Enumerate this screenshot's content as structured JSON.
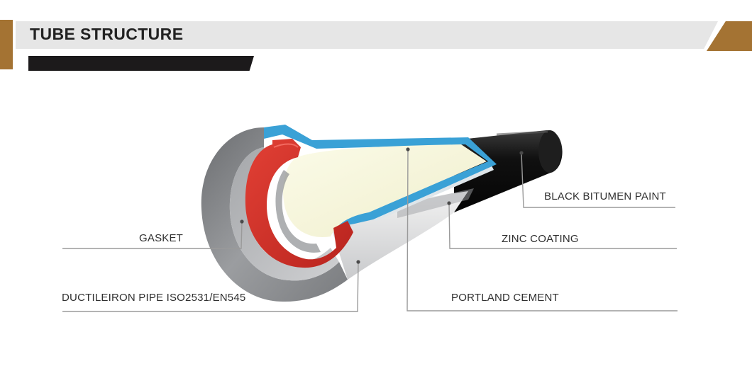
{
  "header": {
    "title": "TUBE STRUCTURE"
  },
  "colors": {
    "accent_gold": "#a47333",
    "title_band": "#e6e6e6",
    "dark_bar": "#1c1a1b",
    "gasket_red": "#d5322b",
    "coating_blue": "#3aa1d6",
    "cement_cream": "#f4f3d7",
    "bitumen_black": "#111111",
    "iron_grey": "#8d8f92"
  },
  "diagram": {
    "labels": {
      "gasket": "GASKET",
      "ductile_iron": "DUCTILEIRON PIPE ISO2531/EN545",
      "black_bitumen": "BLACK BITUMEN PAINT",
      "zinc_coating": "ZINC COATING",
      "portland_cement": "PORTLAND CEMENT"
    }
  }
}
